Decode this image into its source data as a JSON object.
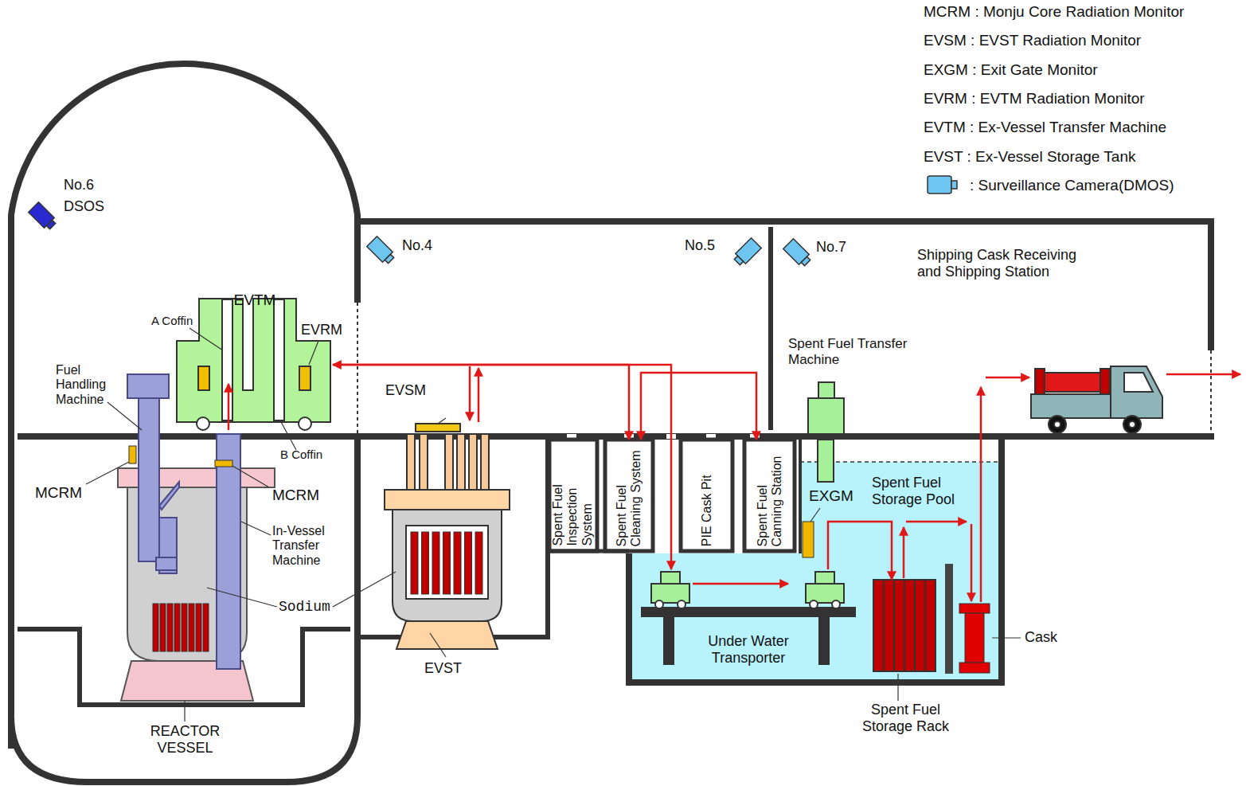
{
  "diagram": {
    "nodes": [
      {
        "text": [
          "EVTM"
        ]
      },
      {
        "text": [
          "Spent Fuel Inspection System"
        ]
      },
      {
        "text": [
          "Spent Fuel Cleaning System"
        ]
      },
      {
        "text": [
          "PIE Cask Pit"
        ]
      },
      {
        "text": [
          "Spent Fuel Canning Station"
        ]
      },
      {
        "text": [
          "Spent Fuel Storage Pool"
        ]
      },
      {
        "text": [
          "Under Water Transporter"
        ],
        "in": 5
      },
      {
        "text": [
          "Spent Fuel Storage Rack"
        ]
      }
    ],
    "edges": [
      {
        "from": 0,
        "to": 2,
        "arrow": "both"
      },
      {
        "from": 2,
        "to": 4,
        "arrow": "both"
      },
      {
        "from": 0,
        "to": 6,
        "arrow": "to"
      },
      {
        "from": 6,
        "to": 7,
        "arrow": "to"
      }
    ],
    "labels": [
      "No.6",
      "DSOS",
      "No.4",
      "No.5",
      "No.7",
      "Shipping Cask Receiving and Shipping Station",
      "A Coffin",
      "EVRM",
      "Spent Fuel Transfer Machine",
      "Fuel Handling Machine",
      "EVSM",
      "B Coffin",
      "MCRM",
      "MCRM",
      "EXGM",
      "In-Vessel Transfer Machine",
      "Sodium",
      "Cask",
      "EVST",
      "REACTOR VESSEL"
    ],
    "legend": [
      {
        "text": "MCRM : Monju Core Radiation Monitor"
      },
      {
        "text": "EVSM : EVST Radiation Monitor"
      },
      {
        "text": "EXGM : Exit Gate Monitor"
      },
      {
        "text": "EVRM : EVTM Radiation Monitor"
      },
      {
        "text": "EVTM : Ex-Vessel Transfer Machine"
      },
      {
        "text": "EVST : Ex-Vessel Storage Tank"
      },
      {
        "text": ": Surveillance Camera(DMOS)"
      }
    ]
  }
}
